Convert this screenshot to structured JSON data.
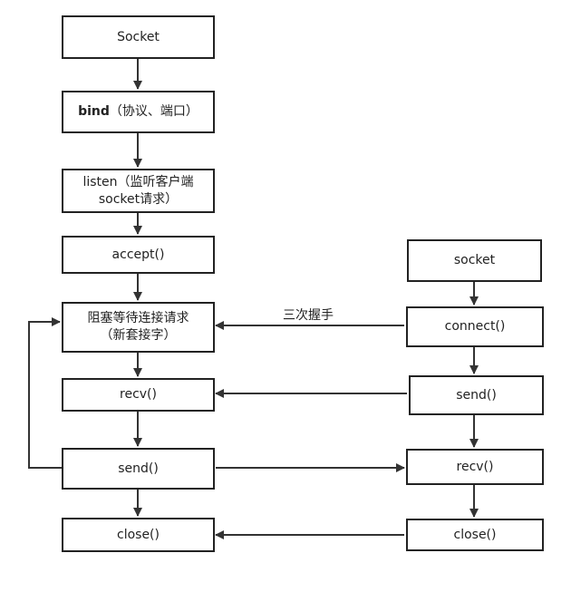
{
  "colors": {
    "stroke": "#222222",
    "background": "#ffffff"
  },
  "server": {
    "socket": "Socket",
    "bind": {
      "name": "bind",
      "suffix": "（协议、端口）"
    },
    "listen": {
      "line1": "listen（监听客户端",
      "line2": "socket请求）"
    },
    "accept": "accept()",
    "block": {
      "line1": "阻塞等待连接请求",
      "line2": "（新套接字）"
    },
    "recv": "recv()",
    "send": "send()",
    "close": "close()"
  },
  "client": {
    "socket": "socket",
    "connect": "connect()",
    "send": "send()",
    "recv": "recv()",
    "close": "close()"
  },
  "handshake_label": "三次握手"
}
